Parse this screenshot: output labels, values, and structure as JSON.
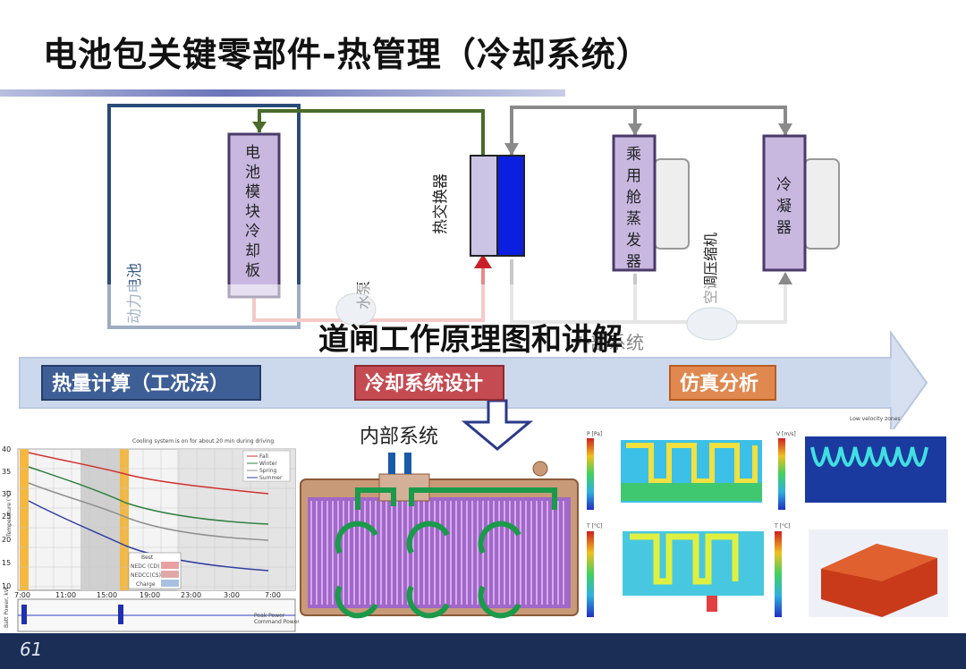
{
  "title": "电池包关键零部件-热管理（冷却系统）",
  "diagram": {
    "battery_cooling_plate": "电池模块冷却板",
    "power_battery": "动力电池",
    "water_pump": "水泵",
    "heat_exchanger": "热交换器",
    "cabin_evaporator": "乘用舱蒸发器",
    "ac_compressor": "空调压缩机",
    "condenser": "冷凝器",
    "partial_label": "外部系统"
  },
  "banner": "道闸工作原理图和讲解",
  "steps": [
    "热量计算（工况法）",
    "冷却系统设计",
    "仿真分析"
  ],
  "inner_system_label": "内部系统",
  "chart": {
    "annotation": "Cooling system is on for about 20 min during driving",
    "ylabel": "Temperature (°C)",
    "yticks": [
      "40",
      "35",
      "30",
      "25",
      "20",
      "15",
      "10"
    ],
    "xticks": [
      "7:00",
      "11:00",
      "15:00",
      "19:00",
      "23:00",
      "3:00",
      "7:00"
    ],
    "legend": [
      "Fall",
      "Winter",
      "Spring",
      "Summer"
    ],
    "table_rows": [
      "Best",
      "NEDC (CD)",
      "NEDCC(CS)",
      "Charge"
    ],
    "subplot_legend": [
      "Peak Power",
      "Command Power"
    ],
    "subplot_ylabel": "Batt Power, kW"
  },
  "sim_labels": {
    "plot1_unit": "P [Pa]",
    "plot2_unit": "V [m/s]",
    "plot3_unit": "T [°C]",
    "plot4_unit": "T [°C]",
    "plot2_title": "Low velocity zones"
  },
  "page_number": "61",
  "colors": {
    "dark_blue": "#1a2e56",
    "coolant_green": "#4a6b2a",
    "hot_red": "#e88888",
    "refrigerant_gray": "#8a8a8a",
    "exchanger_blue": "#0a1fe0",
    "module_purple": "#c8b8e0"
  }
}
